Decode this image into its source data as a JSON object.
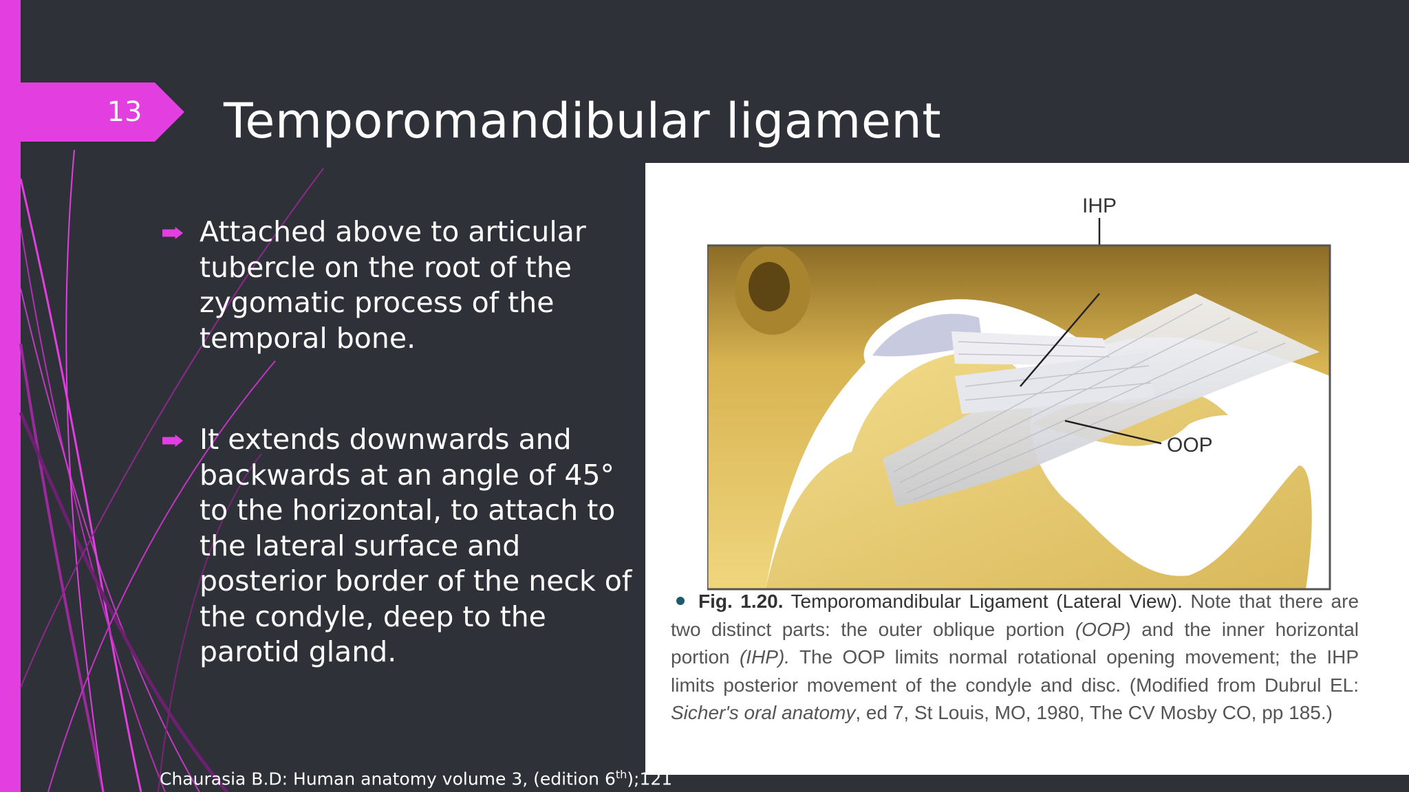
{
  "slide": {
    "number": "13",
    "title": "Temporomandibular ligament",
    "bullets": [
      "Attached above to articular tubercle on the root of the zygomatic process of the temporal bone.",
      "It extends downwards and backwards at an angle of 45° to the horizontal, to attach to the lateral surface and posterior border of the neck of the condyle, deep to the parotid gland."
    ],
    "citation": {
      "before": "Chaurasia B.D: Human anatomy volume 3, (edition 6",
      "sup": "th",
      "after": ");121"
    }
  },
  "figure": {
    "labels": {
      "top": "IHP",
      "right": "OOP"
    },
    "caption": {
      "label": "Fig. 1.20.",
      "title": "Temporomandibular Ligament (Lateral View).",
      "part1": "Note that there are two distinct parts: the outer oblique portion",
      "oop": "(OOP)",
      "part2": "and the inner horizontal portion",
      "ihp": "(IHP).",
      "part3": "The OOP limits normal rotational opening movement; the IHP limits posterior movement of the condyle and disc. (Modified from Dubrul EL:",
      "book": "Sicher's oral anatomy",
      "part4": ", ed 7, St Louis, MO, 1980, The CV Mosby CO, pp 185.)"
    }
  },
  "colors": {
    "accent": "#e23ee0",
    "background": "#2e3138",
    "bone": "#e7c664"
  }
}
